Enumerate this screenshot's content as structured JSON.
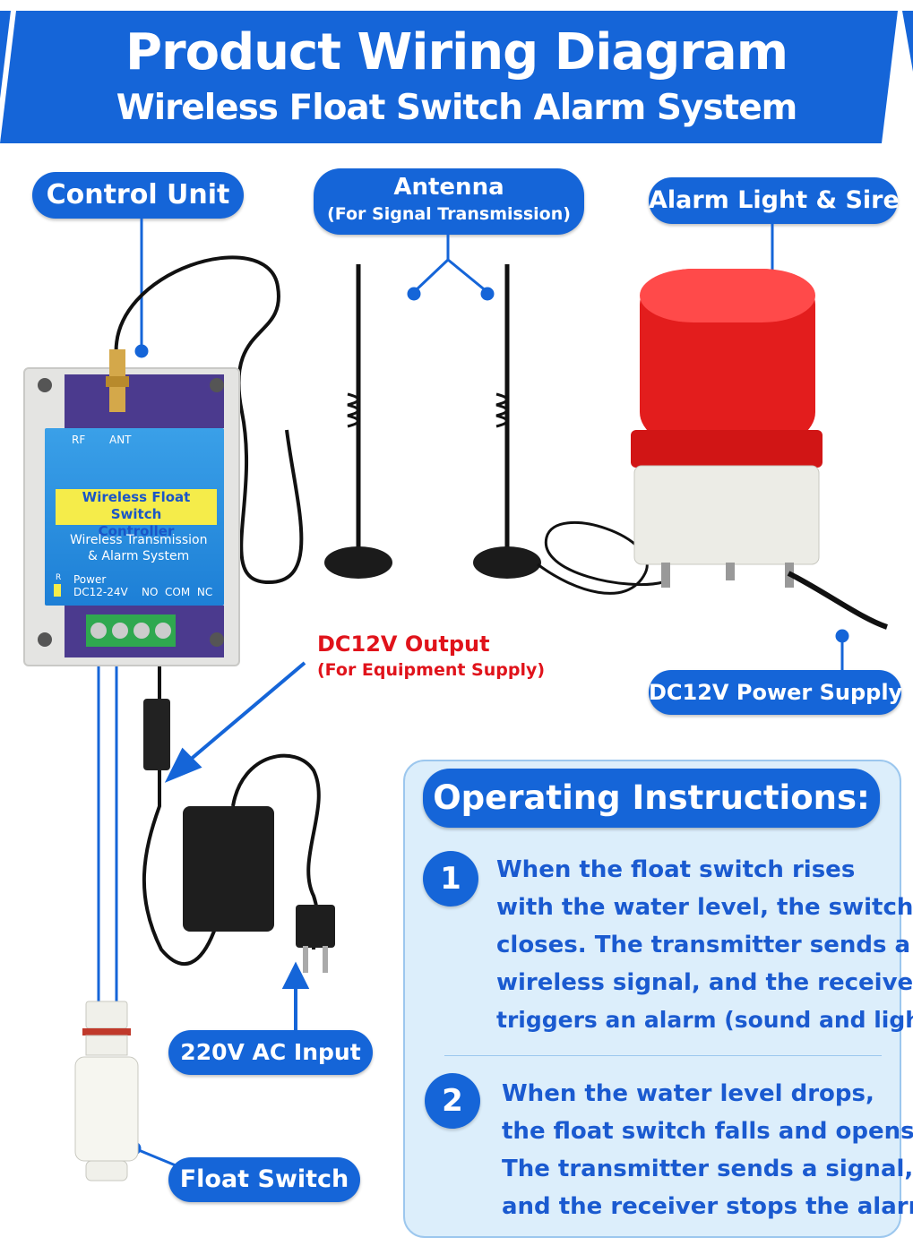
{
  "header": {
    "title": "Product Wiring Diagram",
    "subtitle": "Wireless Float Switch Alarm System"
  },
  "labels": {
    "control_unit": "Control Unit",
    "antenna": "Antenna",
    "antenna_sub": "(For Signal Transmission)",
    "alarm_light": "Alarm Light & Siren",
    "dc_output": "DC12V Output",
    "dc_output_sub": "(For Equipment Supply)",
    "dc_power_supply": "DC12V  Power Supply",
    "ac_input": "220V AC Input",
    "float_switch": "Float Switch"
  },
  "controller": {
    "rf": "RF",
    "ant": "ANT",
    "name_line1": "Wireless Float Switch",
    "name_line2": "Controller",
    "desc_line1": "Wireless Transmission",
    "desc_line2": "& Alarm System",
    "r": "R",
    "power": "Power",
    "voltage": "DC12-24V",
    "terminals": "NO  COM  NC"
  },
  "instructions": {
    "title": "Operating Instructions:",
    "steps": [
      {
        "number": "1",
        "lines": [
          "When the float switch rises",
          "with the water level, the switch",
          "closes. The transmitter sends a",
          "wireless signal, and the receiver",
          "triggers an alarm (sound and light)."
        ]
      },
      {
        "number": "2",
        "lines": [
          "When the water level drops,",
          "the float switch falls and opens.",
          "The transmitter sends a signal,",
          "and the receiver stops the alarm."
        ]
      }
    ]
  },
  "colors": {
    "brand_blue": "#1565d8",
    "accent_red": "#e0131b",
    "panel_bg": "#dceefb"
  }
}
